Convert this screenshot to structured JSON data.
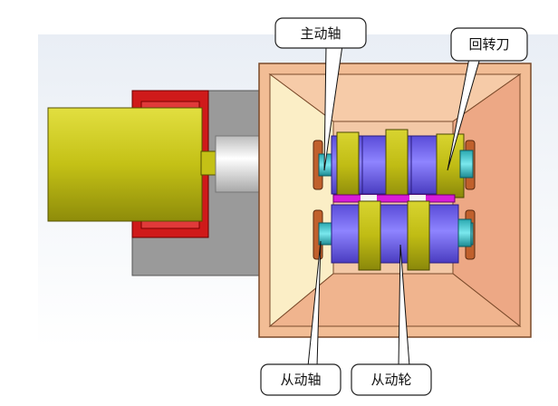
{
  "labels": {
    "main_shaft": "主动轴",
    "rotary_blade": "回转刀",
    "driven_shaft": "从动轴",
    "driven_wheel": "从动轮"
  },
  "colors": {
    "background_gradient_top": "#eef2f7",
    "background_gradient_bottom": "#ffffff",
    "motor_body": "#c8c61a",
    "motor_flange": "#d01818",
    "mount_plate": "#9c9c9c",
    "coupling": "#e6e6e6",
    "housing_outer": "#f0b890",
    "housing_inner_left": "#fbedc4",
    "housing_inner_dark": "#e8a07a",
    "bearing": "#c06030",
    "shaft_cyan": "#3cc8c8",
    "roller_blue": "#7a6cf0",
    "blade_yellow": "#c8c41c",
    "spacer_magenta": "#d020d0"
  },
  "icons": [
    "callout-bubble",
    "leader-line"
  ]
}
